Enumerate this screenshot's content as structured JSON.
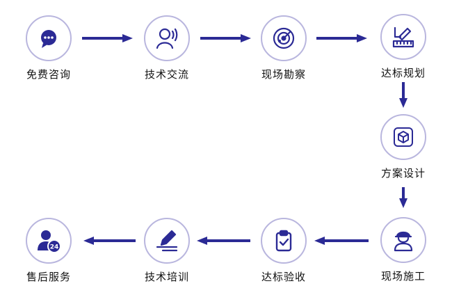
{
  "colors": {
    "accent": "#2b2a95",
    "ring": "#b9b6de"
  },
  "steps": [
    {
      "label": "免费咨询",
      "icon": "chat-bubble-icon"
    },
    {
      "label": "技术交流",
      "icon": "user-voice-icon"
    },
    {
      "label": "现场勘察",
      "icon": "radar-icon"
    },
    {
      "label": "达标规划",
      "icon": "ruler-pencil-icon"
    },
    {
      "label": "方案设计",
      "icon": "cube-icon"
    },
    {
      "label": "现场施工",
      "icon": "worker-icon"
    },
    {
      "label": "达标验收",
      "icon": "clipboard-check-icon"
    },
    {
      "label": "技术培训",
      "icon": "pen-sign-icon"
    },
    {
      "label": "售后服务",
      "icon": "service-24h-icon"
    }
  ]
}
